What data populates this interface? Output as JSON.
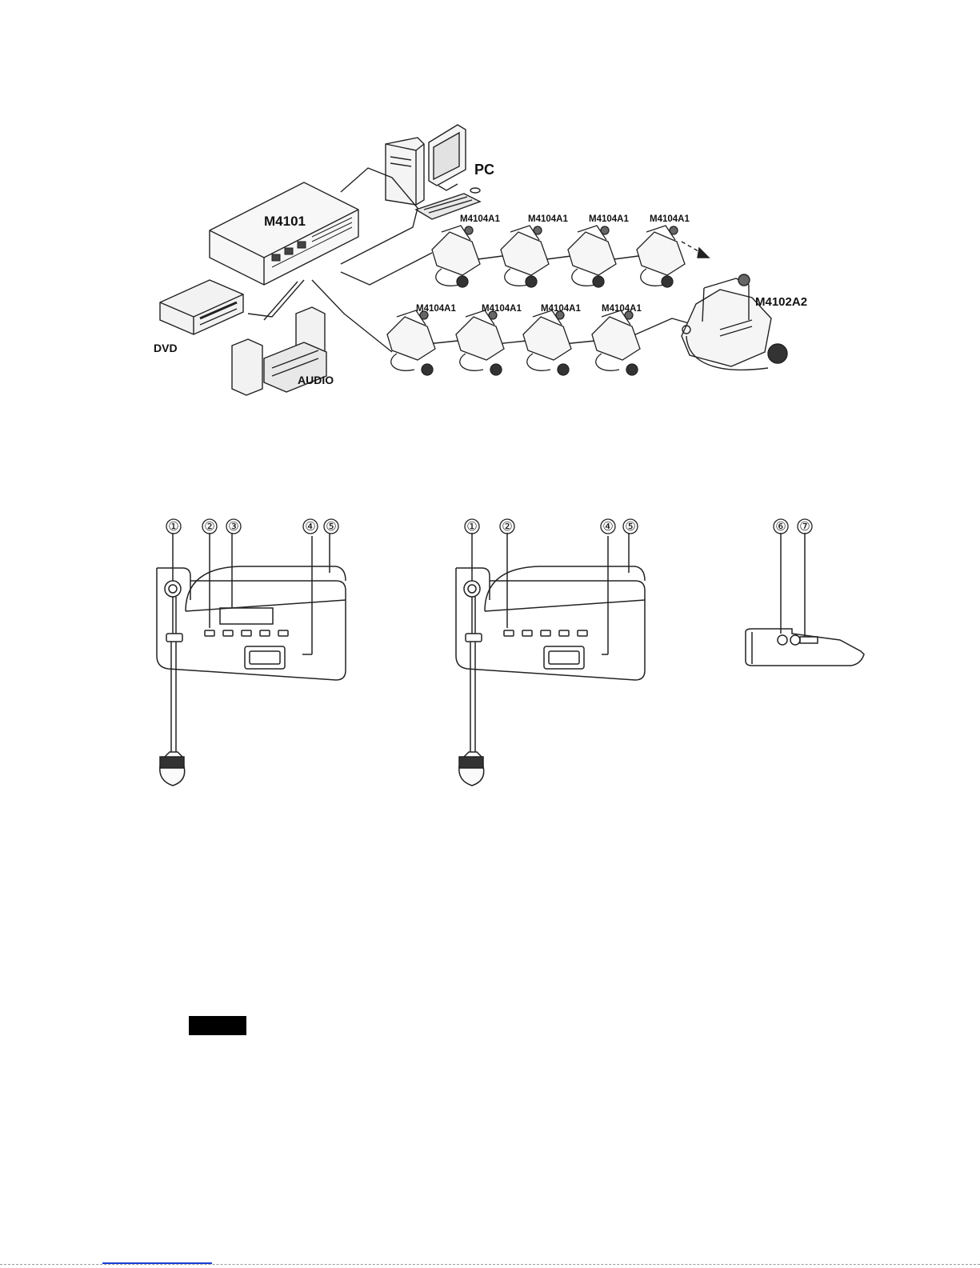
{
  "system_diagram": {
    "labels": {
      "pc": "PC",
      "host": "M4101",
      "dvd": "DVD",
      "audio": "AUDIO",
      "chairman": "M4102A2",
      "delegate": "M4104A1"
    },
    "delegate_row_top_count": 4,
    "delegate_row_bottom_count": 4
  },
  "unit_views": {
    "front_chairman_callouts": [
      "①",
      "②",
      "③",
      "④",
      "⑤"
    ],
    "front_delegate_callouts": [
      "①",
      "②",
      "④",
      "⑤"
    ],
    "side_callouts": [
      "⑥",
      "⑦"
    ]
  }
}
